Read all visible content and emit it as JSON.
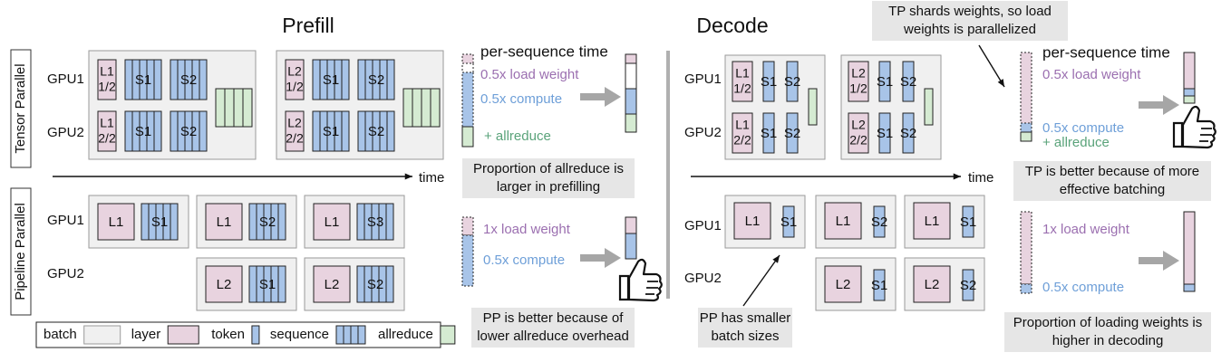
{
  "prefill": {
    "title": "Prefill",
    "gpu_labels": [
      "GPU1",
      "GPU2",
      "GPU1",
      "GPU2"
    ],
    "tp_blocks": [
      {
        "layer_top": [
          "L1",
          "1/2"
        ],
        "layer_bottom": [
          "L1",
          "2/2"
        ],
        "seq1": "S1",
        "seq2": "S2"
      },
      {
        "layer_top": [
          "L2",
          "1/2"
        ],
        "layer_bottom": [
          "L2",
          "2/2"
        ],
        "seq1": "S1",
        "seq2": "S2"
      }
    ],
    "time_label": "time",
    "pp_gpu1": [
      {
        "layer": "L1",
        "seq": "S1"
      },
      {
        "layer": "L1",
        "seq": "S2"
      },
      {
        "layer": "L1",
        "seq": "S3"
      }
    ],
    "pp_gpu2": [
      {
        "layer": "L2",
        "seq": "S1"
      },
      {
        "layer": "L2",
        "seq": "S2"
      }
    ],
    "tp_time": {
      "title": "per-sequence time",
      "load": "0.5x load weight",
      "compute": "0.5x compute",
      "allreduce": "+ allreduce"
    },
    "pp_time": {
      "load": "1x load weight",
      "compute": "0.5x compute"
    },
    "tp_note": [
      "Proportion of allreduce is",
      "larger in prefilling"
    ],
    "pp_note": [
      "PP is better because of",
      "lower allreduce overhead"
    ]
  },
  "decode": {
    "title": "Decode",
    "gpu_labels": [
      "GPU1",
      "GPU2",
      "GPU1",
      "GPU2"
    ],
    "tp_blocks": [
      {
        "layer_top": [
          "L1",
          "1/2"
        ],
        "layer_bottom": [
          "L1",
          "2/2"
        ],
        "seq1": "S1",
        "seq2": "S2"
      },
      {
        "layer_top": [
          "L2",
          "1/2"
        ],
        "layer_bottom": [
          "L2",
          "2/2"
        ],
        "seq1": "S1",
        "seq2": "S2"
      }
    ],
    "time_label": "time",
    "pp_gpu1": [
      {
        "layer": "L1",
        "seq": "S1"
      },
      {
        "layer": "L1",
        "seq": "S2"
      },
      {
        "layer": "L1",
        "seq": "S1"
      }
    ],
    "pp_gpu2": [
      {
        "layer": "L2",
        "seq": "S1"
      },
      {
        "layer": "L2",
        "seq": "S2"
      }
    ],
    "tp_callout": [
      "TP shards weights, so load",
      "weights is parallelized"
    ],
    "tp_time": {
      "title": "per-sequence time",
      "load": "0.5x load weight",
      "compute": "0.5x compute",
      "allreduce": "+ allreduce"
    },
    "pp_time": {
      "load": "1x load weight",
      "compute": "0.5x compute"
    },
    "tp_note": [
      "TP is better because of more",
      "effective batching"
    ],
    "pp_note": [
      "Proportion of loading weights is",
      "higher in decoding"
    ],
    "pp_callout": [
      "PP has smaller",
      "batch sizes"
    ]
  },
  "side_labels": {
    "tensor": "Tensor Parallel",
    "pipeline": "Pipeline Parallel"
  },
  "legend": [
    {
      "label": "batch",
      "kind": "batch"
    },
    {
      "label": "layer",
      "kind": "layer"
    },
    {
      "label": "token",
      "kind": "token"
    },
    {
      "label": "sequence",
      "kind": "sequence"
    },
    {
      "label": "allreduce",
      "kind": "allreduce"
    }
  ],
  "colors": {
    "batch_bg": "#f0f0f0",
    "layer": "#e8d3df",
    "token": "#a8c4e8",
    "allreduce": "#d5ebd2",
    "note_bg": "#e6e6e6",
    "load_text": "#9b6fb0",
    "compute_text": "#6e9fd8",
    "allreduce_text": "#5aa37a",
    "arrow": "#a6a6a6",
    "divider": "#b0b0b0"
  }
}
